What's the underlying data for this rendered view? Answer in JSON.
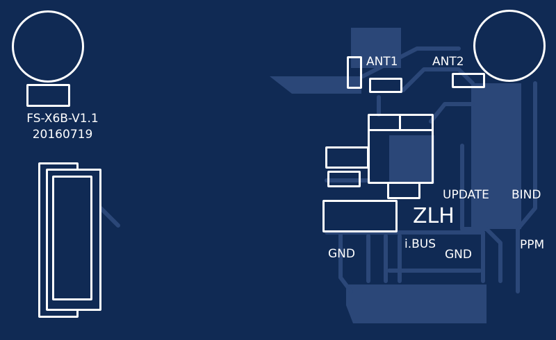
{
  "board": {
    "model": "FS-X6B-V1.1",
    "date": "20160719",
    "designer_mark": "ZLH",
    "colors": {
      "substrate": "#102a54",
      "copper_trace": "#2b4778",
      "silkscreen": "#ffffff"
    }
  },
  "labels": {
    "ant1": "ANT1",
    "ant2": "ANT2",
    "update": "UPDATE",
    "bind": "BIND",
    "ibus": "i.BUS",
    "gnd_left": "GND",
    "gnd_right": "GND",
    "ppm": "PPM"
  }
}
